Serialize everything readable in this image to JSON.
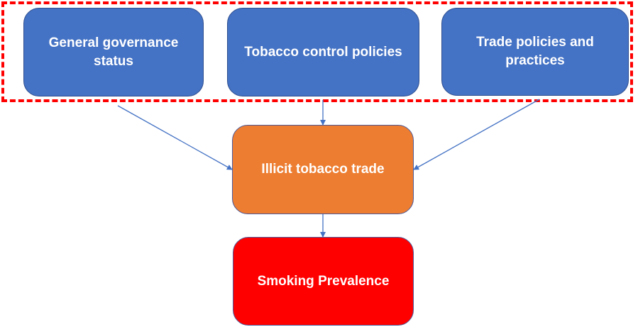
{
  "colors": {
    "box_blue": "#4472c4",
    "box_orange": "#ed7d31",
    "box_red": "#ff0000",
    "group_border": "#ff0000",
    "arrow": "#4472c4"
  },
  "boxes": {
    "governance": "General governance status",
    "tobacco_control": "Tobacco control policies",
    "trade": "Trade policies and practices",
    "illicit_trade": "Illicit tobacco trade",
    "smoking_prevalence": "Smoking Prevalence"
  },
  "edges": [
    {
      "from": "governance",
      "to": "illicit_trade"
    },
    {
      "from": "tobacco_control",
      "to": "illicit_trade"
    },
    {
      "from": "trade",
      "to": "illicit_trade"
    },
    {
      "from": "illicit_trade",
      "to": "smoking_prevalence"
    }
  ]
}
